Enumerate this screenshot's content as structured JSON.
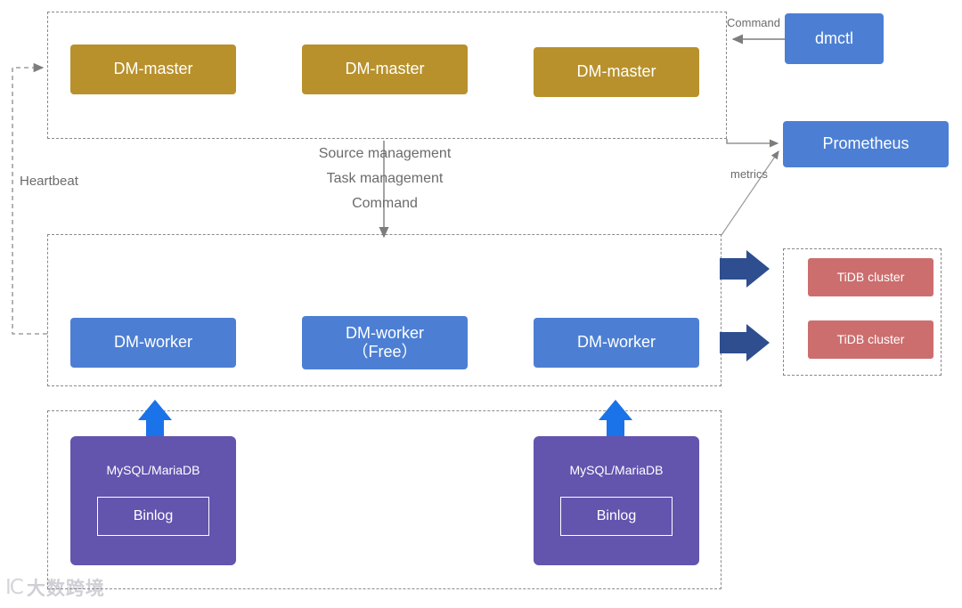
{
  "diagram": {
    "title": "DM (Data Migration) architecture",
    "colors": {
      "master": "#B8912C",
      "blue": "#4C7FD4",
      "tidb": "#CC6E6E",
      "source": "#6354AE",
      "arrow_navy": "#2E4E8F",
      "arrow_blue": "#1A73E8",
      "dashed_border": "#8a8a8a",
      "line_gray": "#8a8a8a",
      "label_text": "#6b6b6b"
    },
    "masters": [
      {
        "label": "DM-master"
      },
      {
        "label": "DM-master"
      },
      {
        "label": "DM-master"
      }
    ],
    "workers": [
      {
        "label": "DM-worker"
      },
      {
        "label": "DM-worker\n（Free）",
        "line1": "DM-worker",
        "line2": "（Free）"
      },
      {
        "label": "DM-worker"
      }
    ],
    "tidb_clusters": [
      {
        "label": "TiDB cluster"
      },
      {
        "label": "TiDB cluster"
      }
    ],
    "sources": [
      {
        "title": "MySQL/MariaDB",
        "binlog": "Binlog"
      },
      {
        "title": "MySQL/MariaDB",
        "binlog": "Binlog"
      }
    ],
    "external": {
      "dmctl": "dmctl",
      "prometheus": "Prometheus"
    },
    "edge_labels": {
      "command": "Command",
      "metrics": "metrics",
      "heartbeat": "Heartbeat"
    },
    "center_labels": [
      "Source management",
      "Task management",
      "Command"
    ],
    "watermark": {
      "logo": "IC",
      "text": "大数跨境"
    }
  }
}
